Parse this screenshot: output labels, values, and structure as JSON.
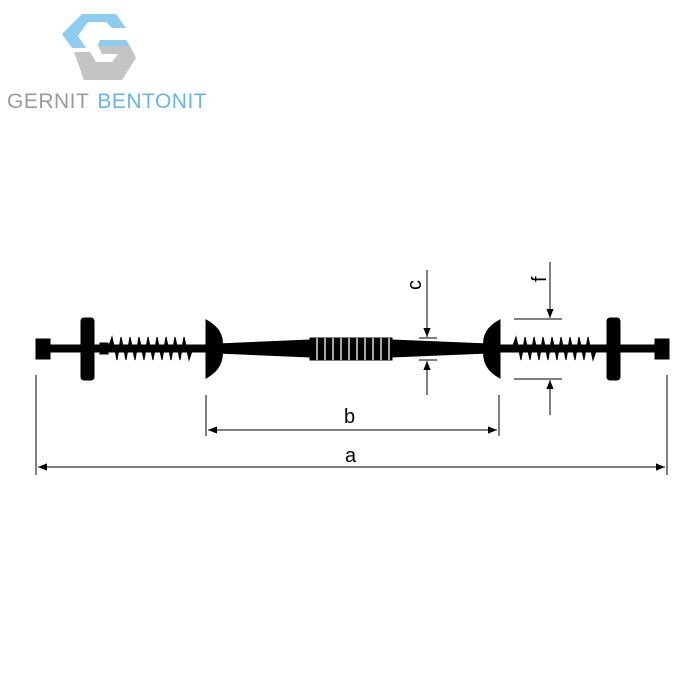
{
  "logo": {
    "word1": "GERNIT",
    "word2": "BENTONIT",
    "colors": {
      "gray": "#9b9b9b",
      "blue": "#66b7e8",
      "dark_gray": "#b5b5b5"
    }
  },
  "diagram": {
    "dimensions": {
      "a": "a",
      "b": "b",
      "c": "c",
      "f": "f"
    },
    "colors": {
      "profile": "#000000",
      "dimension_line": "#000000"
    }
  }
}
